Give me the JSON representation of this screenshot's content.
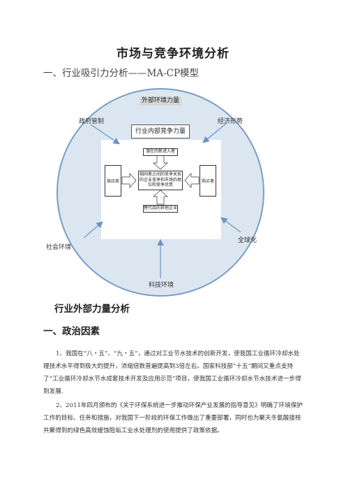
{
  "doc": {
    "title": "市场与竞争环境分析",
    "subtitle": "一、行业吸引力分析——MA-CP模型"
  },
  "diagram": {
    "external_label": "外部环境力量",
    "internal_label": "行业内部竞争力量",
    "outer_labels": {
      "government": "政府管制",
      "economy": "经济形势",
      "society": "社会环境",
      "globalization": "全球化",
      "technology": "科技环境"
    },
    "inner": {
      "entrants": "潜在的新进入者",
      "rivalry": "相同者之间的竞争关系的企业竞争和市场的地位和竞争优势",
      "suppliers": "供应商",
      "buyers": "购买者",
      "substitutes": "替代品的其他企业"
    },
    "colors": {
      "circle_fill": "#dbe6f1",
      "circle_stroke": "#7a9cc6",
      "arrow": "#6b93c4"
    }
  },
  "sections": {
    "external_heading": "行业外部力量分析",
    "politics_heading": "一、政治因素",
    "paragraph1": "1、我国在“八・五”、“九・五”，通过对工业节水技术的创新开发，使我国工业循环冷却水处理技术水平得到极大的提升，浓缩倍数普遍提高到3倍左右。国家科技部“十五”期间又重点支持了“工业循环冷却水节水成套技术开发及应用示范”项目，使我国工业循环冷却水节水技术进一步得到发展.",
    "paragraph2": "2、2011年四月颁布的《关于环保系统进一步推动环保产业发展的指导意见》明确了环境保护工作的目标、任务和措施，对我国下一阶段的环保工作做出了重要部署，同时也为聚天冬氨酸接枝共聚得到的绿色高效缓蚀阻垢工业水处理剂的使用提供了政策依据。"
  }
}
